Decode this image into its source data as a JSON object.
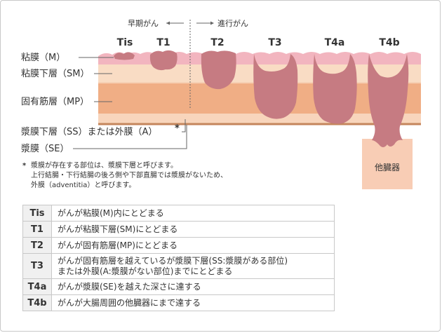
{
  "header": {
    "early_label": "早期がん",
    "advanced_label": "進行がん"
  },
  "stage_labels": [
    "Tis",
    "T1",
    "T2",
    "T3",
    "T4a",
    "T4b"
  ],
  "layers": {
    "mucosa": "粘膜（M）",
    "submucosa": "粘膜下層（SM）",
    "muscularis": "固有筋層（MP）",
    "subserosa": "漿膜下層（SS）または外膜（A）",
    "subserosa_mark": "*",
    "serosa": "漿膜（SE）"
  },
  "other_organ_label": "他臓器",
  "footnote": {
    "mark": "*",
    "line1": "漿膜が存在する部位は、漿膜下層と呼びます。",
    "line2": "上行結腸・下行結腸の後ろ側や下部直腸では漿膜がないため、",
    "line3": "外膜（adventitia）と呼びます。"
  },
  "table": {
    "rows": [
      {
        "code": "Tis",
        "desc": "がんが粘膜(M)内にとどまる"
      },
      {
        "code": "T1",
        "desc": "がんが粘膜下層(SM)にとどまる"
      },
      {
        "code": "T2",
        "desc": "がんが固有筋層(MP)にとどまる"
      },
      {
        "code": "T3",
        "desc": "がんが固有筋層を越えているが漿膜下層(SS:漿膜がある部位)",
        "desc2": "または外膜(A:漿膜がない部位)までにとどまる"
      },
      {
        "code": "T4a",
        "desc": "がんが漿膜(SE)を越えた深さに達する"
      },
      {
        "code": "T4b",
        "desc": "がんが大腸周囲の他臓器にまで達する"
      }
    ]
  },
  "colors": {
    "mucosa": "#f2b5bf",
    "submucosa": "#f9dcc4",
    "muscularis": "#f0ae85",
    "subserosa": "#f8d5bc",
    "serosa_line": "#c4865c",
    "tumor": "#c67b82",
    "organ": "#f8cdb5"
  }
}
